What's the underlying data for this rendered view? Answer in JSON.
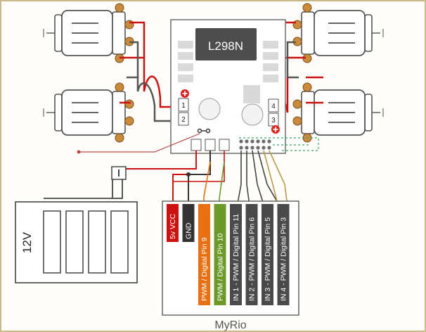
{
  "driver": {
    "title": "L298N"
  },
  "terminals": {
    "t1": "1",
    "t2": "2",
    "t3": "3",
    "t4": "4"
  },
  "battery": {
    "label": "12V"
  },
  "controller": {
    "name": "MyRio",
    "pins": [
      {
        "label": "5v VCC",
        "color": "#cc1111"
      },
      {
        "label": "GND",
        "color": "#333333"
      },
      {
        "label": "PWM / Digital Pin 9",
        "color": "#e87010"
      },
      {
        "label": "PWM / Digital Pin 10",
        "color": "#6c9a2a"
      },
      {
        "label": "IN 1 - PWM / Digital Pin 11",
        "color": "#4a4a4a"
      },
      {
        "label": "IN 2 - PWM / Digital Pin 6",
        "color": "#4a4a4a"
      },
      {
        "label": "IN 3 - PWM / Digital Pin 5",
        "color": "#4a4a4a"
      },
      {
        "label": "IN 4 - PWM / Digital Pin 3",
        "color": "#4a4a4a"
      }
    ]
  },
  "icons": {
    "motor": "dc-motor-icon",
    "switch": "switch-icon",
    "polarity": "plus-icon"
  }
}
